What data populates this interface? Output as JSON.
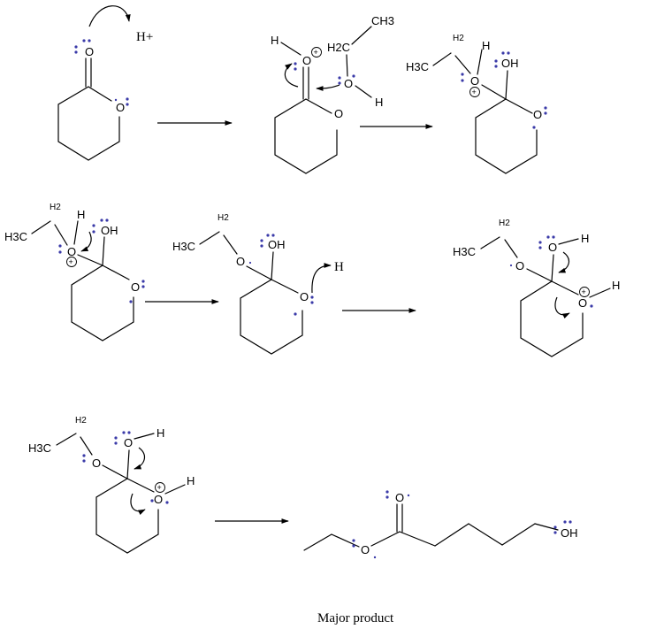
{
  "labels": {
    "H_plus": "H+",
    "H": "H",
    "O": "O",
    "OH": "OH",
    "CH3": "CH3",
    "H2": "H2",
    "H2C": "H2C",
    "H3C": "H3C"
  },
  "caption": "Major product",
  "colors": {
    "lone_pair": "#3a3aa8",
    "ink": "#000000",
    "background": "#ffffff"
  }
}
